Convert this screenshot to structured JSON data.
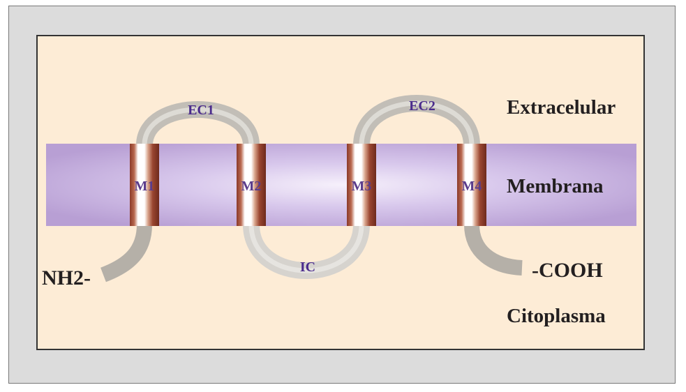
{
  "regions": {
    "extracellular": "Extracelular",
    "membrane": "Membrana",
    "cytoplasm": "Citoplasma"
  },
  "termini": {
    "n_terminal": "NH2-",
    "c_terminal": "-COOH"
  },
  "loops": {
    "ec1": "EC1",
    "ec2": "EC2",
    "ic": "IC"
  },
  "transmembrane": [
    "M1",
    "M2",
    "M3",
    "M4"
  ],
  "colors": {
    "background": "#fdecd6",
    "frame": "#dcdcdc",
    "membrane": "#c0a9da",
    "loop": "#b5b0a8",
    "helix": "#8b3a2a",
    "label": "#4b2c8c"
  }
}
